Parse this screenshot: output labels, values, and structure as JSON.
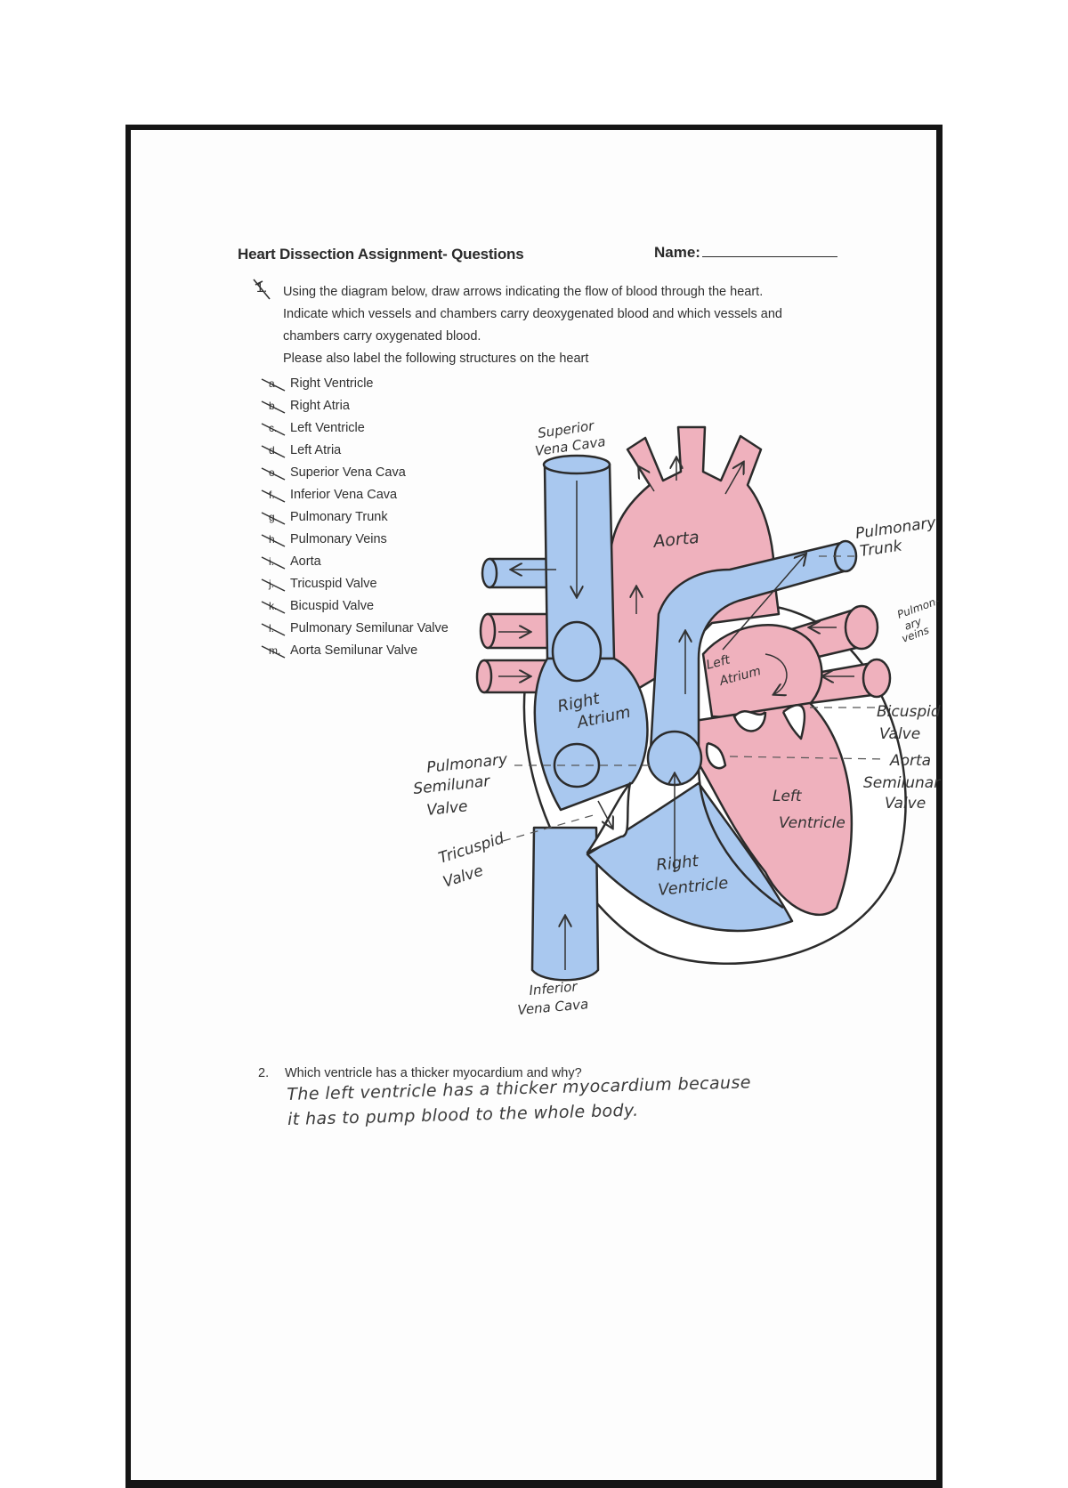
{
  "worksheet": {
    "title": "Heart Dissection Assignment- Questions",
    "name_label": "Name:",
    "question1": {
      "number": "1.",
      "text_line1": "Using the diagram below, draw arrows indicating the flow of blood through the heart.",
      "text_line2": "Indicate which vessels and chambers carry deoxygenated blood and which vessels and",
      "text_line3": "chambers carry oxygenated blood.",
      "text_line4": "Please also label the following structures on the heart",
      "items": [
        {
          "letter": "a.",
          "label": "Right Ventricle"
        },
        {
          "letter": "b.",
          "label": "Right Atria"
        },
        {
          "letter": "c.",
          "label": "Left Ventricle"
        },
        {
          "letter": "d.",
          "label": "Left Atria"
        },
        {
          "letter": "e.",
          "label": "Superior Vena Cava"
        },
        {
          "letter": "f.",
          "label": "Inferior Vena Cava"
        },
        {
          "letter": "g.",
          "label": "Pulmonary Trunk"
        },
        {
          "letter": "h.",
          "label": "Pulmonary Veins"
        },
        {
          "letter": "i.",
          "label": "Aorta"
        },
        {
          "letter": "j.",
          "label": "Tricuspid Valve"
        },
        {
          "letter": "k.",
          "label": "Bicuspid Valve"
        },
        {
          "letter": "l.",
          "label": "Pulmonary Semilunar Valve"
        },
        {
          "letter": "m.",
          "label": "Aorta Semilunar Valve"
        }
      ]
    },
    "question2": {
      "number": "2.",
      "text": "Which ventricle has a thicker myocardium and why?",
      "answer_line1": "The left ventricle has a thicker myocardium because",
      "answer_line2": "it has to pump blood to the whole body."
    }
  },
  "diagram_labels": {
    "superior_vena_cava_1": "Superior",
    "superior_vena_cava_2": "Vena Cava",
    "aorta": "Aorta",
    "pulmonary_trunk_1": "Pulmonary",
    "pulmonary_trunk_2": "Trunk",
    "pulmonary_veins_1": "Pulmon-",
    "pulmonary_veins_2": "ary",
    "pulmonary_veins_3": "veins",
    "left_atrium_1": "Left",
    "left_atrium_2": "Atrium",
    "right_atrium_1": "Right",
    "right_atrium_2": "Atrium",
    "bicuspid_valve_1": "Bicuspid",
    "bicuspid_valve_2": "Valve",
    "aorta_semilunar_1": "Aorta",
    "aorta_semilunar_2": "Semilunar",
    "aorta_semilunar_3": "Valve",
    "pulmonary_semilunar_1": "Pulmonary",
    "pulmonary_semilunar_2": "Semilunar",
    "pulmonary_semilunar_3": "Valve",
    "tricuspid_1": "Tricuspid",
    "tricuspid_2": "Valve",
    "left_ventricle_1": "Left",
    "left_ventricle_2": "Ventricle",
    "right_ventricle_1": "Right",
    "right_ventricle_2": "Ventricle",
    "inferior_vena_cava_1": "Inferior",
    "inferior_vena_cava_2": "Vena Cava"
  },
  "colors": {
    "deoxygenated": "#a9c8ef",
    "oxygenated": "#efb1bd",
    "outline": "#2b2b2b"
  }
}
